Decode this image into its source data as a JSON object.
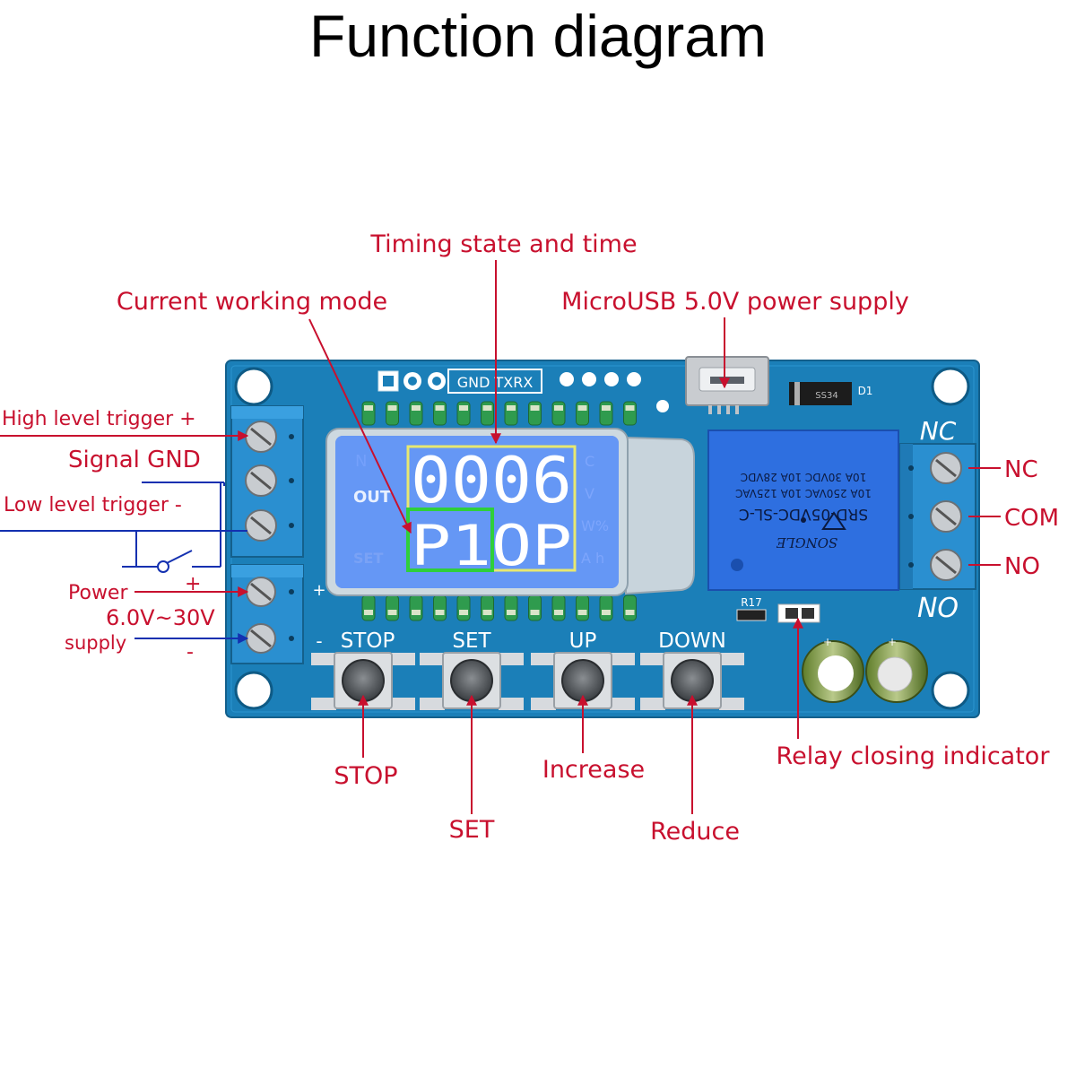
{
  "title": "Function diagram",
  "callouts": {
    "timing_state": "Timing state and time",
    "working_mode": "Current working mode",
    "microusb": "MicroUSB 5.0V power supply",
    "high_trigger": "High level  trigger +",
    "signal_gnd": "Signal GND",
    "low_trigger": "Low level  trigger -",
    "power": "Power",
    "plus": "+",
    "voltage": "6.0V~30V",
    "supply": "supply",
    "minus": "-",
    "nc": "NC",
    "com": "COM",
    "no": "NO",
    "stop": "STOP",
    "set": "SET",
    "increase": "Increase",
    "reduce": "Reduce",
    "relay_indicator": "Relay closing indicator"
  },
  "board": {
    "header_pins": "GND TXRX",
    "btn_stop": "STOP",
    "btn_set": "SET",
    "btn_up": "UP",
    "btn_down": "DOWN",
    "plus": "+",
    "minus": "-",
    "nc": "NC",
    "no": "NO",
    "diode_label": "D1",
    "diode_code": "SS34",
    "resistor_label": "R17",
    "relay_brand": "SONGLE",
    "relay_lines": [
      "SRD-05VDC-SL-C",
      "10A 250VAC 10A 125VAC",
      "10A 30VDC 10A 28VDC"
    ]
  },
  "lcd": {
    "top_value": "0006",
    "bottom_value": "P1OP",
    "out_label": "OUT",
    "set_label": "SET"
  },
  "colors": {
    "callout": "#c8102e",
    "board": "#1b7fb8",
    "terminal": "#2a8fd0",
    "lcd": "#5a8ef0",
    "wire_blue": "#1330b0",
    "highlight_yellow": "#e8e870",
    "highlight_green": "#2fcf3a"
  }
}
